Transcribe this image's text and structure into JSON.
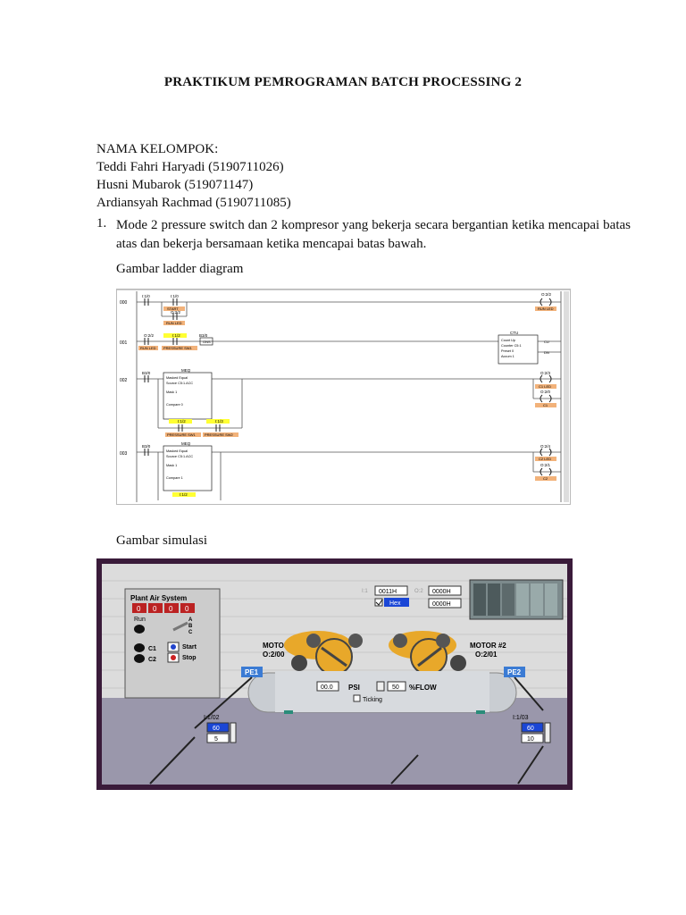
{
  "document": {
    "title": "PRAKTIKUM PEMROGRAMAN BATCH PROCESSING 2",
    "group_heading": "NAMA KELOMPOK:",
    "members": [
      "Teddi Fahri Haryadi (5190711026)",
      "Husni Mubarok (519071147)",
      "Ardiansyah Rachmad (5190711085)"
    ],
    "item_number": "1.",
    "item_text": "Mode 2 pressure switch dan 2 kompresor yang bekerja secara bergantian ketika mencapai batas atas dan bekerja bersamaan ketika mencapai batas bawah.",
    "ladder_caption": "Gambar ladder diagram",
    "sim_caption": "Gambar simulasi"
  },
  "ladder": {
    "rungs": [
      "000",
      "001",
      "002",
      "003"
    ],
    "r0": {
      "in1_addr": "I:1/0",
      "in1_tag": "START",
      "in2_addr": "O:2/2",
      "in2_tag": "RUN LED",
      "out_addr": "O:2/2",
      "out_tag": "RUN LED"
    },
    "r1": {
      "in1_addr": "O:2/2",
      "in1_tag": "RUN LED",
      "in2_addr": "I:1/2",
      "in2_tag": "PRESSURE SW1",
      "in3_addr": "B3/0",
      "in3_tag": "ONS",
      "box_title": "CTU",
      "box_lines": [
        "Count Up",
        "Counter  C5:1",
        "Preset      0",
        "Accum      1"
      ],
      "coil_cu": "CU",
      "coil_dn": "DN"
    },
    "r2": {
      "in_addr": "B3/0",
      "box_title": "MEQ",
      "box_lines": [
        "Masked Equal",
        "Source   C5:1.ACC",
        "Mask         1",
        "Compare      0"
      ],
      "sw1_addr": "I:1/2",
      "sw1_tag": "PRESSURE SW1",
      "sw2_addr": "I:1/3",
      "sw2_tag": "PRESSURE SW2",
      "out1_addr": "O:2/3",
      "out1_tag": "C1 LED",
      "out2_addr": "O:2/0",
      "out2_tag": "C1"
    },
    "r3": {
      "in_addr": "B3/0",
      "box_title": "MEQ",
      "box_lines": [
        "Masked Equal",
        "Source   C5:1.ACC",
        "Mask         1",
        "Compare      1"
      ],
      "sw_addr": "I:1/2",
      "out1_addr": "O:2/4",
      "out1_tag": "C2 LED",
      "out2_addr": "O:2/1",
      "out2_tag": "C2"
    }
  },
  "simulation": {
    "panel_title": "Plant Air System",
    "digits": [
      "0",
      "0",
      "0",
      "0"
    ],
    "run_label": "Run",
    "abc_labels": [
      "A",
      "B",
      "C"
    ],
    "c1_label": "C1",
    "c2_label": "C2",
    "start_label": "Start",
    "stop_label": "Stop",
    "field1_label": "I:1",
    "field1_value": "0011H",
    "field2_label": "O:2",
    "field2_value": "0000H",
    "field3_value": "0000H",
    "hex_label": "Hex",
    "motor1_label": "MOTOR",
    "motor1_addr": "O:2/00",
    "motor2_label": "MOTOR #2",
    "motor2_addr": "O:2/01",
    "pe1_label": "PE1",
    "pe2_label": "PE2",
    "psi_value": "00.0",
    "psi_label": "PSI",
    "flow_value": "50",
    "flow_label": "%FLOW",
    "ticking_label": "Ticking",
    "left_addr": "I:1/02",
    "left_values": [
      "60",
      "5"
    ],
    "right_addr": "I:1/03",
    "right_values": [
      "60",
      "10"
    ]
  }
}
